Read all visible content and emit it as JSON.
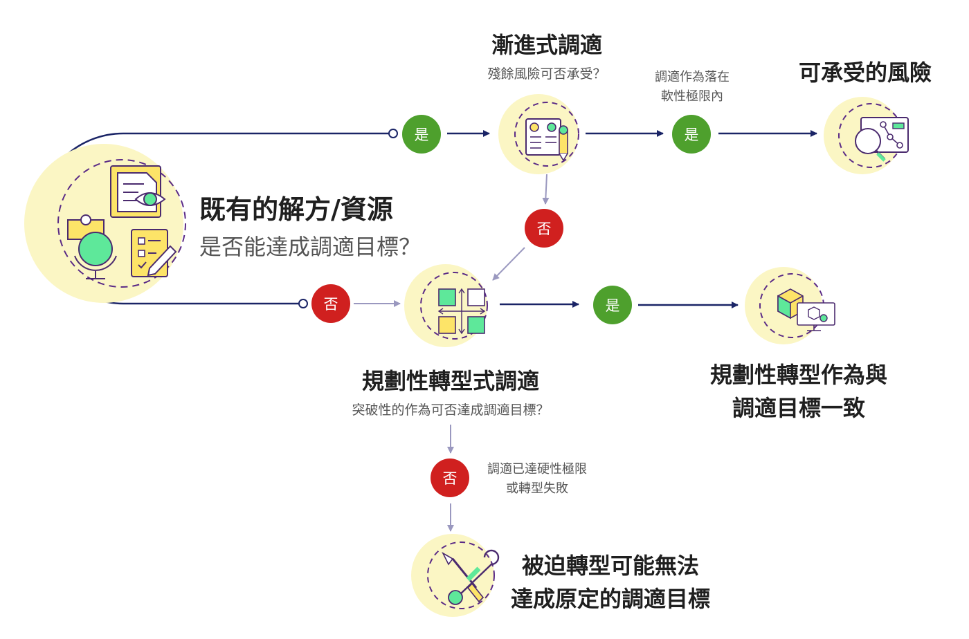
{
  "colors": {
    "yes_badge": "#4ea02d",
    "no_badge": "#d0201f",
    "navy_line": "#1a2466",
    "gray_arrow": "#9a98bf",
    "icon_background": "#fbf6c4",
    "icon_dashes": "#5a2a86",
    "icon_green": "#5ee89a",
    "icon_yellow": "#fde468"
  },
  "start": {
    "title": "既有的解方/資源",
    "question": "是否能達成調適目標？",
    "icon": "documents-eye-puzzle-globe-checklist-icon"
  },
  "incremental": {
    "title": "漸進式調適",
    "question": "殘餘風險可否承受？",
    "icon": "plus-minus-document-pencil-icon"
  },
  "acceptable": {
    "title": "可承受的風險",
    "icon": "magnifier-chart-monitor-icon"
  },
  "soft_limit_note": {
    "line1": "調適作為落在",
    "line2": "軟性極限內"
  },
  "planned": {
    "title": "規劃性轉型式調適",
    "question": "突破性的作為可否達成調適目標？",
    "icon": "grid-squares-arrows-icon"
  },
  "aligned": {
    "line1": "規劃性轉型作為與",
    "line2": "調適目標一致",
    "icon": "cube-monitor-gear-icon"
  },
  "hard_limit_note": {
    "line1": "調適已達硬性極限",
    "line2": "或轉型失敗"
  },
  "forced": {
    "line1": "被迫轉型可能無法",
    "line2": "達成原定的調適目標",
    "icon": "wrench-screwdriver-icon"
  },
  "badges": {
    "yes": "是",
    "no": "否"
  }
}
